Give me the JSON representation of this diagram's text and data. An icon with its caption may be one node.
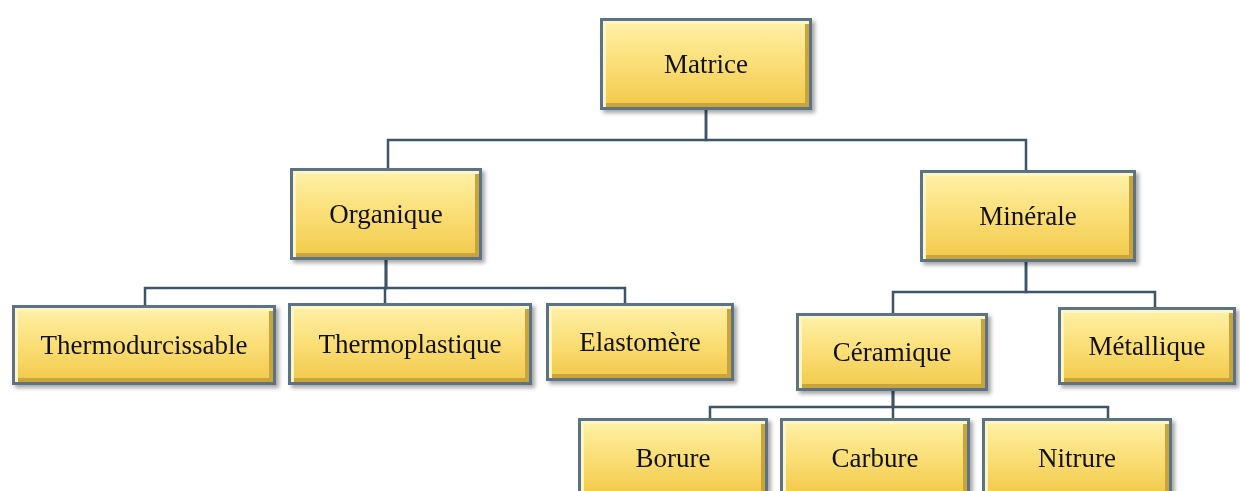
{
  "diagram": {
    "nodes": [
      {
        "text": [
          "Matrice"
        ]
      },
      {
        "text": [
          "Organique"
        ]
      },
      {
        "text": [
          "Minérale"
        ]
      },
      {
        "text": [
          "Thermodurcissable"
        ]
      },
      {
        "text": [
          "Thermoplastique"
        ]
      },
      {
        "text": [
          "Elastomère"
        ]
      },
      {
        "text": [
          "Céramique"
        ]
      },
      {
        "text": [
          "Métallique"
        ]
      },
      {
        "text": [
          "Borure"
        ]
      },
      {
        "text": [
          "Carbure"
        ]
      },
      {
        "text": [
          "Nitrure"
        ]
      }
    ],
    "edges": [
      {
        "from": 0,
        "to": 1,
        "arrow": "none"
      },
      {
        "from": 0,
        "to": 2,
        "arrow": "none"
      },
      {
        "from": 1,
        "to": 3,
        "arrow": "none"
      },
      {
        "from": 1,
        "to": 4,
        "arrow": "none"
      },
      {
        "from": 1,
        "to": 5,
        "arrow": "none"
      },
      {
        "from": 2,
        "to": 6,
        "arrow": "none"
      },
      {
        "from": 2,
        "to": 7,
        "arrow": "none"
      },
      {
        "from": 6,
        "to": 8,
        "arrow": "none"
      },
      {
        "from": 6,
        "to": 9,
        "arrow": "none"
      },
      {
        "from": 6,
        "to": 10,
        "arrow": "none"
      }
    ]
  }
}
